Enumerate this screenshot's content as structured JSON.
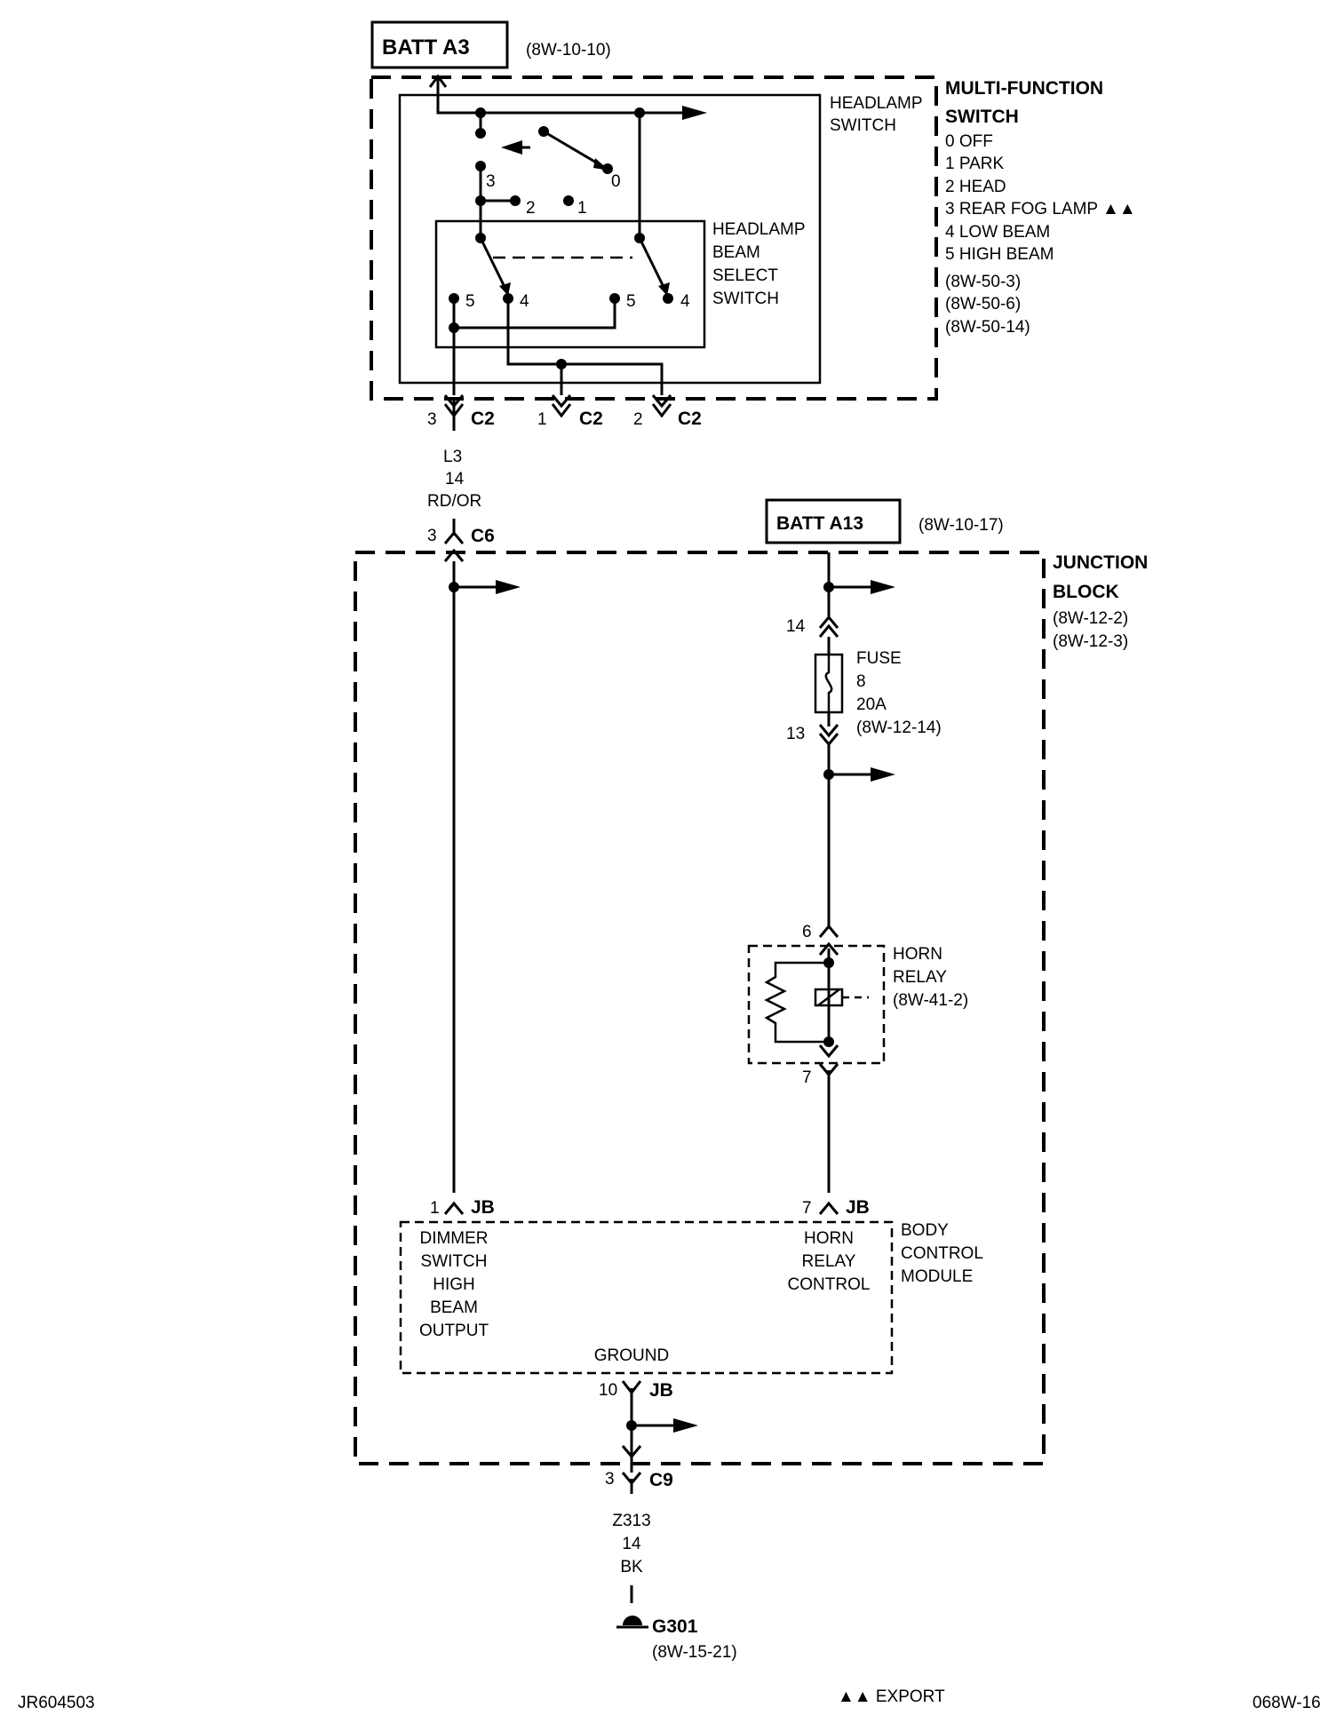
{
  "batt_a3": {
    "label": "BATT A3",
    "ref": "(8W-10-10)"
  },
  "mfs": {
    "title_1": "MULTI-FUNCTION",
    "title_2": "SWITCH",
    "positions": [
      "0 OFF",
      "1 PARK",
      "2 HEAD",
      "3 REAR FOG LAMP ▲▲",
      "4 LOW BEAM",
      "5 HIGH BEAM"
    ],
    "refs": [
      "(8W-50-3)",
      "(8W-50-6)",
      "(8W-50-14)"
    ],
    "headlamp_switch": [
      "HEADLAMP",
      "SWITCH"
    ],
    "beam_select": [
      "HEADLAMP",
      "BEAM",
      "SELECT",
      "SWITCH"
    ],
    "contacts": {
      "c0": "0",
      "c1": "1",
      "c2": "2",
      "c3": "3",
      "c5a": "5",
      "c4a": "4",
      "c5b": "5",
      "c4b": "4"
    }
  },
  "c2_connectors": [
    {
      "pin": "3",
      "name": "C2"
    },
    {
      "pin": "1",
      "name": "C2"
    },
    {
      "pin": "2",
      "name": "C2"
    }
  ],
  "wire_l3": [
    "L3",
    "14",
    "RD/OR"
  ],
  "c6": {
    "pin": "3",
    "name": "C6"
  },
  "batt_a13": {
    "label": "BATT A13",
    "ref": "(8W-10-17)"
  },
  "junction_block": {
    "title_1": "JUNCTION",
    "title_2": "BLOCK",
    "refs": [
      "(8W-12-2)",
      "(8W-12-3)"
    ]
  },
  "fuse": {
    "pin_top": "14",
    "pin_bottom": "13",
    "lines": [
      "FUSE",
      "8",
      "20A",
      "(8W-12-14)"
    ]
  },
  "horn_relay": {
    "pin_top": "6",
    "pin_bottom": "7",
    "lines": [
      "HORN",
      "RELAY",
      "(8W-41-2)"
    ]
  },
  "bcm": {
    "jb_left": {
      "pin": "1",
      "name": "JB"
    },
    "jb_right": {
      "pin": "7",
      "name": "JB"
    },
    "jb_ground": {
      "pin": "10",
      "name": "JB"
    },
    "dimmer_lines": [
      "DIMMER",
      "SWITCH",
      "HIGH",
      "BEAM",
      "OUTPUT"
    ],
    "horn_lines": [
      "HORN",
      "RELAY",
      "CONTROL"
    ],
    "ground": "GROUND",
    "title": [
      "BODY",
      "CONTROL",
      "MODULE"
    ]
  },
  "c9": {
    "pin": "3",
    "name": "C9"
  },
  "wire_z313": [
    "Z313",
    "14",
    "BK"
  ],
  "g301": {
    "name": "G301",
    "ref": "(8W-15-21)"
  },
  "footer": {
    "left": "JR604503",
    "center": "▲▲ EXPORT",
    "right": "068W-16"
  }
}
